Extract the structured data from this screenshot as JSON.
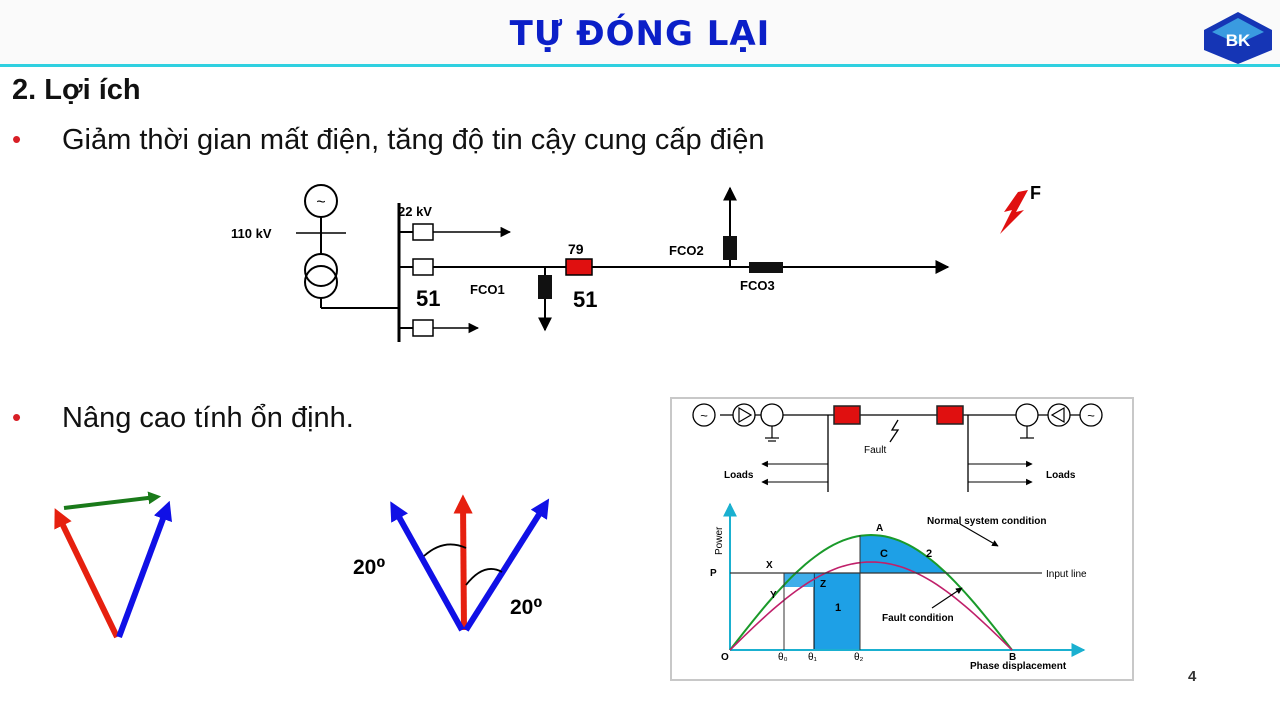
{
  "slide": {
    "title": "TỰ ĐÓNG LẠI",
    "logo_text": "BK",
    "heading": "2. Lợi ích",
    "bullet_1": "Giảm thời gian mất điện, tăng độ tin cậy cung cấp điện",
    "bullet_2": "Nâng cao tính ổn định.",
    "page_number": "4",
    "bullet_symbol": "•"
  },
  "single_line": {
    "source_voltage": "110 kV",
    "bus_voltage": "22 kV",
    "generator_symbol": "~",
    "relay_79": "79",
    "relay_51_main": "51",
    "relay_51_feeder": "51",
    "fco1": "FCO1",
    "fco2": "FCO2",
    "fco3": "FCO3",
    "fault": "F"
  },
  "vectors": {
    "angle_left": "20⁰",
    "angle_right": "20⁰"
  },
  "two_machine": {
    "fault_label": "Fault",
    "loads_left": "Loads",
    "loads_right": "Loads",
    "source_symbol": "~"
  },
  "power_angle": {
    "y_axis": "Power",
    "x_axis": "Phase displacement",
    "curve_normal": "Normal system condition",
    "curve_fault": "Fault condition",
    "input_line": "Input line",
    "origin": "O",
    "p_label": "P",
    "point_a": "A",
    "point_b": "B",
    "point_x": "X",
    "point_y": "Y",
    "point_z": "Z",
    "point_c": "C",
    "area_1": "1",
    "area_2": "2",
    "theta0": "θ₀",
    "theta1": "θ₁",
    "theta2": "θ₂"
  },
  "colors": {
    "title": "#0b1fc8",
    "accent_line": "#2fd0e0",
    "bullet": "#d81f26",
    "breaker": "#e01010",
    "vector_red": "#e6200f",
    "vector_blue": "#1010e6",
    "vector_green": "#1a7a1a",
    "area_fill": "#1ea0e6",
    "curve_normal": "#1a9a2a",
    "curve_fault": "#c0206a"
  }
}
